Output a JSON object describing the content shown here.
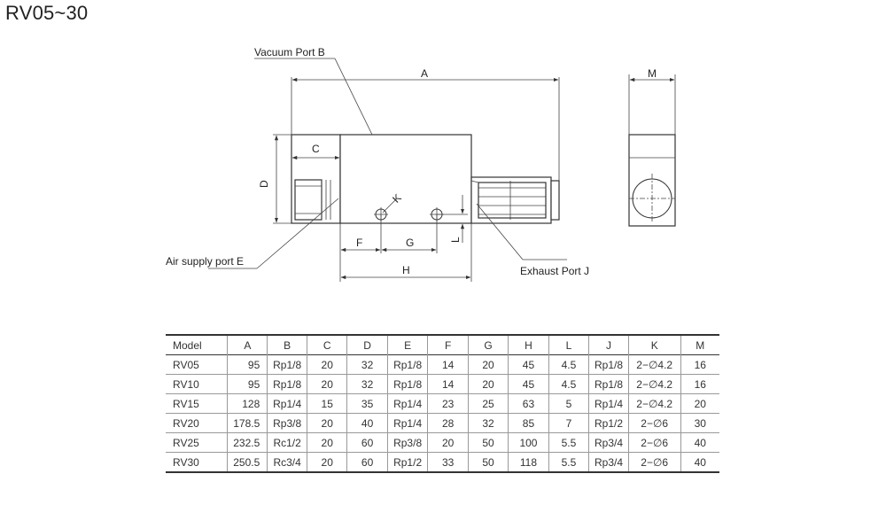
{
  "title": "RV05~30",
  "callouts": {
    "vacuum_port": "Vacuum Port B",
    "air_supply_port": "Air supply port E",
    "exhaust_port": "Exhaust Port J"
  },
  "dims": {
    "A": "A",
    "C": "C",
    "D": "D",
    "F": "F",
    "G": "G",
    "H": "H",
    "K": "K",
    "L": "L",
    "M": "M"
  },
  "table": {
    "headers": [
      "Model",
      "A",
      "B",
      "C",
      "D",
      "E",
      "F",
      "G",
      "H",
      "L",
      "J",
      "K",
      "M"
    ],
    "rows": [
      [
        "RV05",
        "95",
        "Rp1/8",
        "20",
        "32",
        "Rp1/8",
        "14",
        "20",
        "45",
        "4.5",
        "Rp1/8",
        "2−∅4.2",
        "16"
      ],
      [
        "RV10",
        "95",
        "Rp1/8",
        "20",
        "32",
        "Rp1/8",
        "14",
        "20",
        "45",
        "4.5",
        "Rp1/8",
        "2−∅4.2",
        "16"
      ],
      [
        "RV15",
        "128",
        "Rp1/4",
        "15",
        "35",
        "Rp1/4",
        "23",
        "25",
        "63",
        "5",
        "Rp1/4",
        "2−∅4.2",
        "20"
      ],
      [
        "RV20",
        "178.5",
        "Rp3/8",
        "20",
        "40",
        "Rp1/4",
        "28",
        "32",
        "85",
        "7",
        "Rp1/2",
        "2−∅6",
        "30"
      ],
      [
        "RV25",
        "232.5",
        "Rc1/2",
        "20",
        "60",
        "Rp3/8",
        "20",
        "50",
        "100",
        "5.5",
        "Rp3/4",
        "2−∅6",
        "40"
      ],
      [
        "RV30",
        "250.5",
        "Rc3/4",
        "20",
        "60",
        "Rp1/2",
        "33",
        "50",
        "118",
        "5.5",
        "Rp3/4",
        "2−∅6",
        "40"
      ]
    ]
  }
}
